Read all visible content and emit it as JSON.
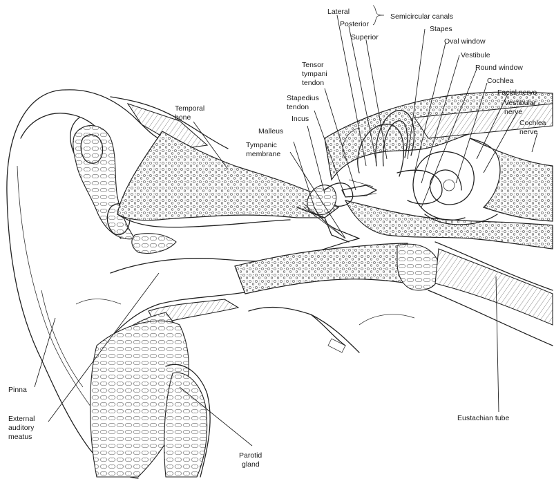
{
  "labels": {
    "lateral": "Lateral",
    "posterior": "Posterior",
    "superior": "Superior",
    "semicircular_canals": "Semicircular canals",
    "stapes": "Stapes",
    "oval_window": "Oval window",
    "vestibule": "Vestibule",
    "round_window": "Round window",
    "tensor_tympani_1": "Tensor",
    "tensor_tympani_2": "tympani",
    "tensor_tympani_3": "tendon",
    "cochlea": "Cochlea",
    "facial_nerve": "Facial nervo",
    "vestibular_nerve_1": "Vestibular",
    "vestibular_nerve_2": "nerve",
    "cochlear_nerve_1": "Cochlea",
    "cochlear_nerve_2": "nerve",
    "temporal_bone_1": "Temporal",
    "temporal_bone_2": "bone",
    "stapedius_1": "Stapedius",
    "stapedius_2": "tendon",
    "incus": "Incus",
    "malleus": "Malleus",
    "tympanic_1": "Tympanic",
    "tympanic_2": "membrane",
    "pinna": "Pinna",
    "external_1": "External",
    "external_2": "auditory",
    "external_3": "meatus",
    "parotid_1": "Parotid",
    "parotid_2": "gland",
    "eustachian": "Eustachian tube"
  },
  "icons": {
    "brace": "semicircular-canals-brace-icon"
  }
}
